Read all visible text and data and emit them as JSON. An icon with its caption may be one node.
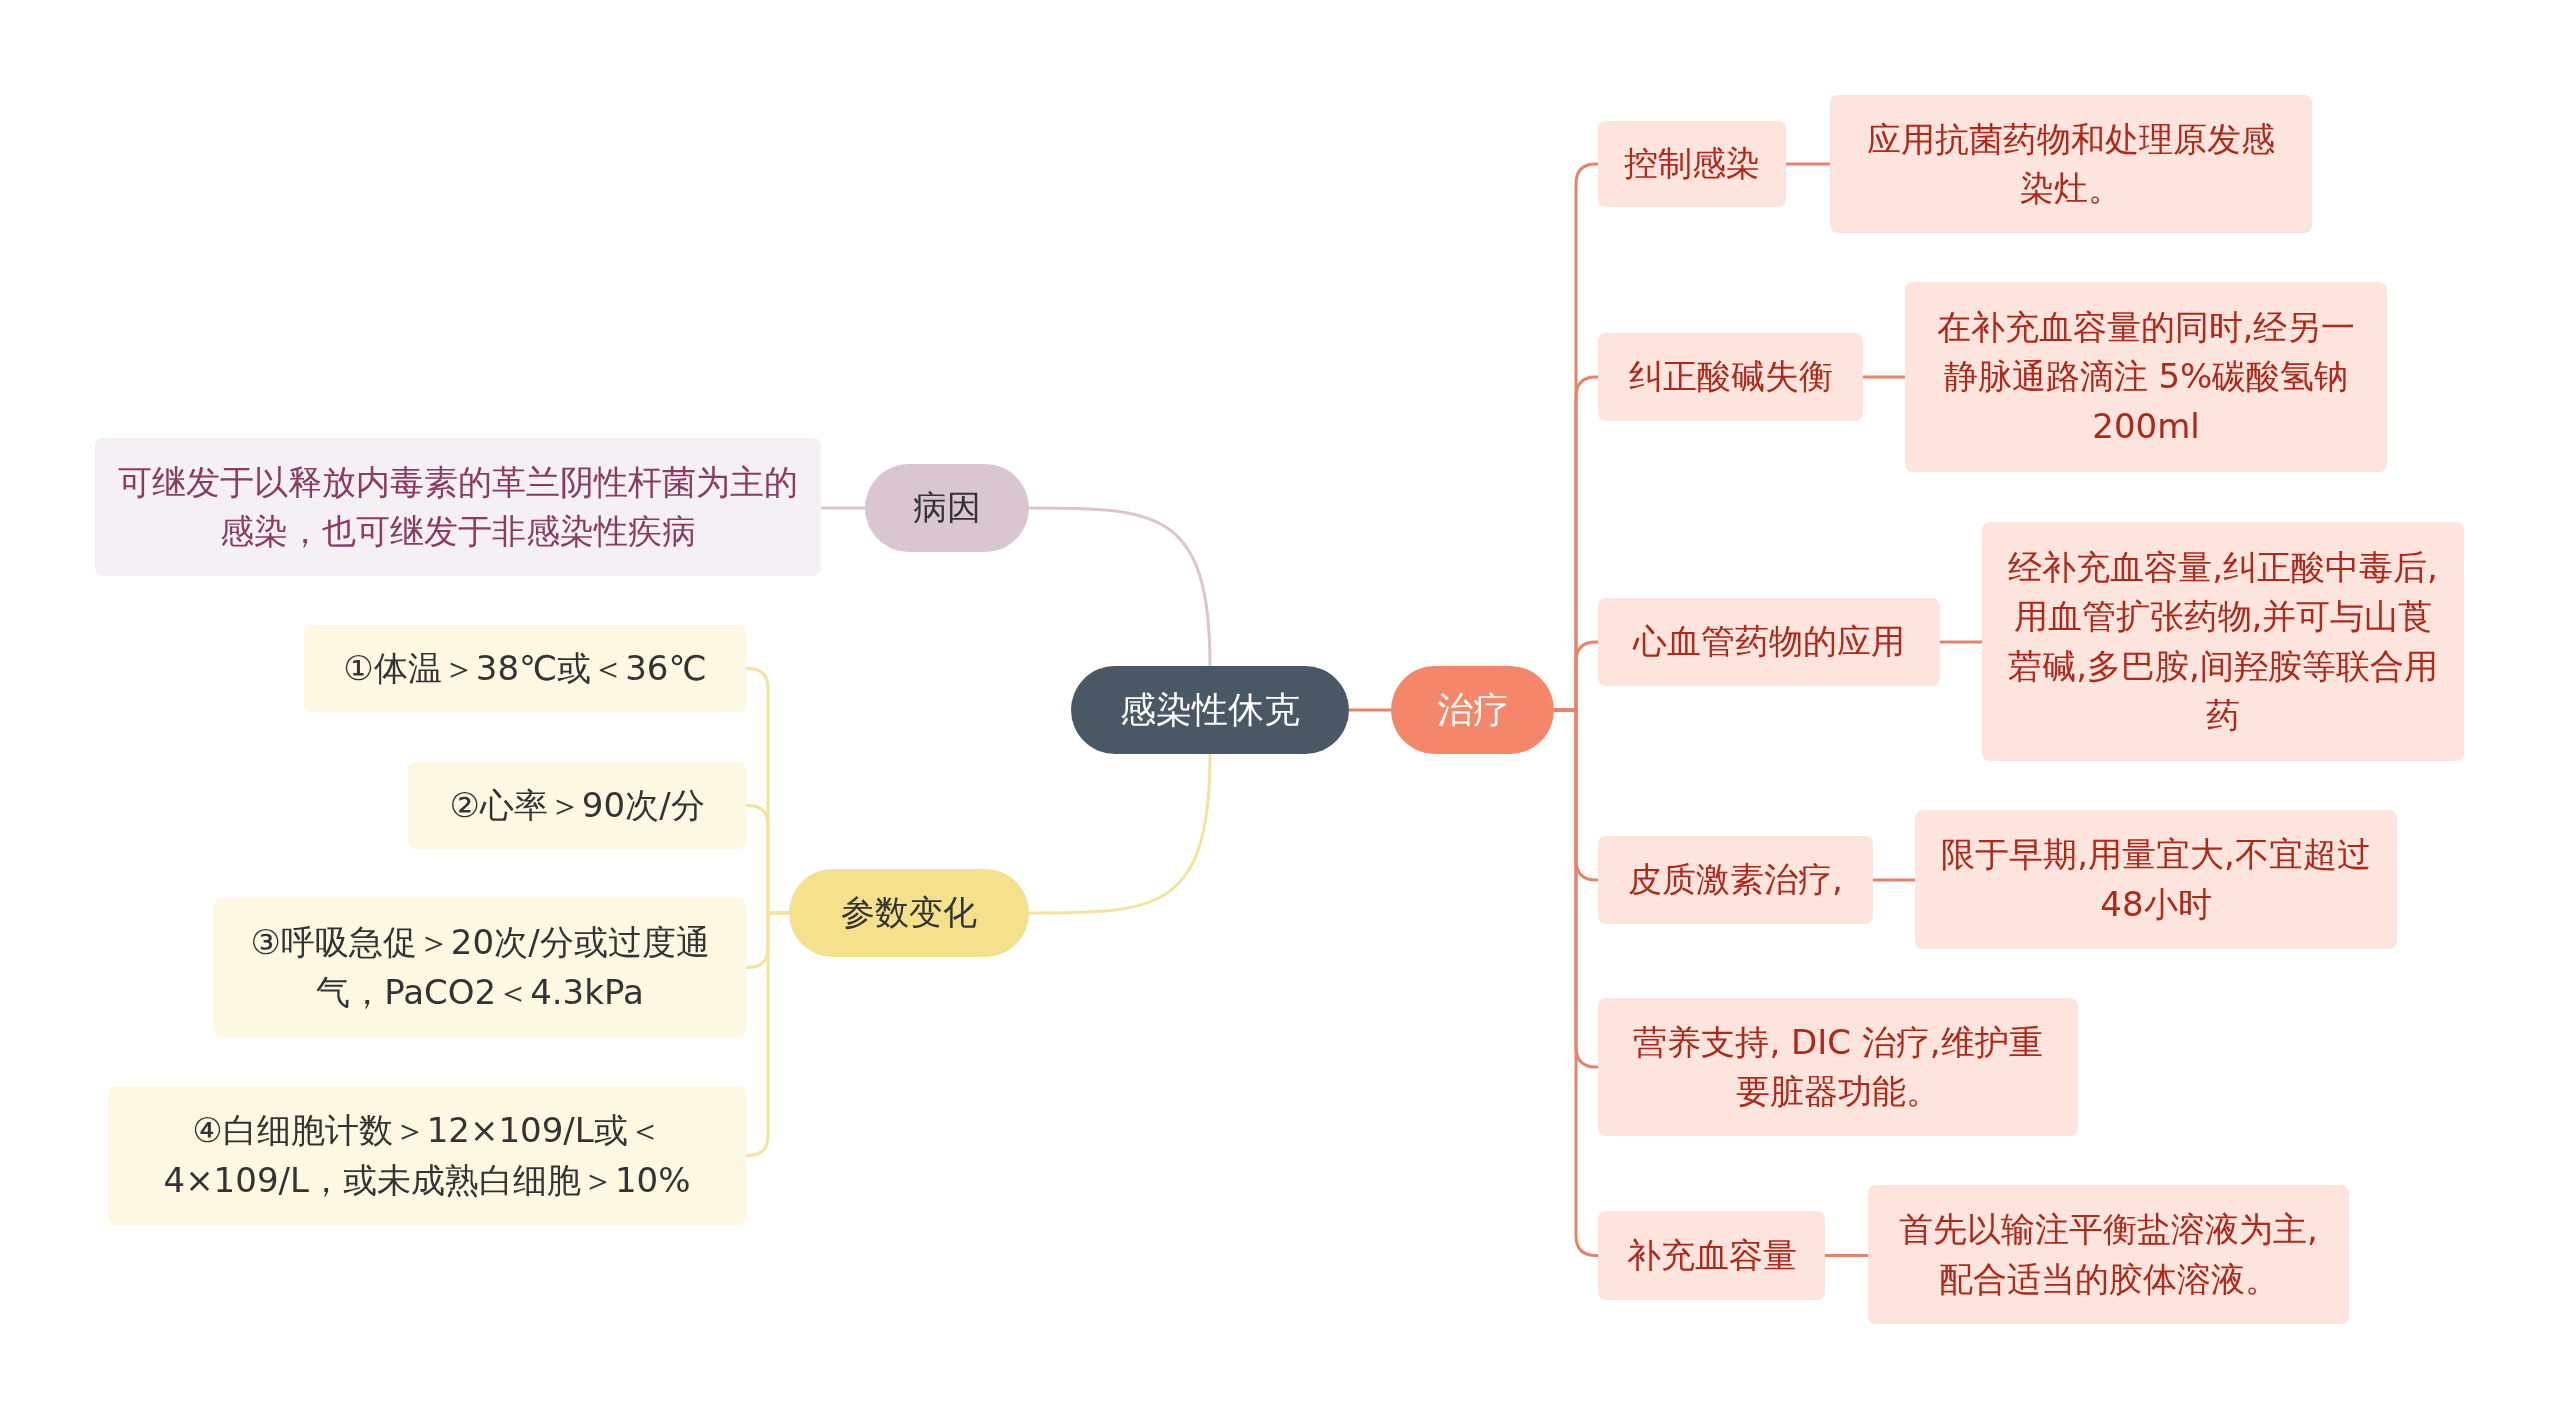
{
  "diagram": {
    "nodes": [
      {
        "text": [
          "感染性休克"
        ]
      },
      {
        "text": [
          "病因"
        ]
      },
      {
        "text": [
          "可继发于以释放内毒素的革兰阴性杆菌为主的感染，也可继发于非感染性疾病"
        ]
      },
      {
        "text": [
          "参数变化"
        ]
      },
      {
        "text": [
          "①体温＞38℃或＜36℃"
        ]
      },
      {
        "text": [
          "②心率＞90次/分"
        ]
      },
      {
        "text": [
          "③呼吸急促＞20次/分或过度通气，PaCO2＜4.3kPa"
        ]
      },
      {
        "text": [
          "④白细胞计数＞12×109/L或＜4×109/L，或未成熟白细胞＞10%"
        ]
      },
      {
        "text": [
          "治疗"
        ]
      },
      {
        "text": [
          "控制感染"
        ]
      },
      {
        "text": [
          "应用抗菌药物和处理原发感染灶。"
        ]
      },
      {
        "text": [
          "纠正酸碱失衡"
        ]
      },
      {
        "text": [
          "在补充血容量的同时,经另一静脉通路滴注 5%碳酸氢钠 200ml"
        ]
      },
      {
        "text": [
          "心血管药物的应用"
        ]
      },
      {
        "text": [
          "经补充血容量,纠正酸中毒后,用血管扩张药物,并可与山莨菪碱,多巴胺,间羟胺等联合用药"
        ]
      },
      {
        "text": [
          "皮质激素治疗,"
        ]
      },
      {
        "text": [
          "限于早期,用量宜大,不宜超过 48小时"
        ]
      },
      {
        "text": [
          "营养支持, DIC 治疗,维护重要脏器功能。"
        ]
      },
      {
        "text": [
          "补充血容量"
        ]
      },
      {
        "text": [
          "首先以输注平衡盐溶液为主,配合适当的胶体溶液。"
        ]
      }
    ],
    "edges": [
      {
        "from": 0,
        "to": 1,
        "arrow": "none",
        "color": "#d9c6d1"
      },
      {
        "from": 1,
        "to": 2,
        "arrow": "none",
        "color": "#d9c6d1"
      },
      {
        "from": 0,
        "to": 3,
        "arrow": "none",
        "color": "#f3e39c"
      },
      {
        "from": 3,
        "to": 4,
        "arrow": "none",
        "color": "#f3e39c"
      },
      {
        "from": 3,
        "to": 5,
        "arrow": "none",
        "color": "#f3e39c"
      },
      {
        "from": 3,
        "to": 6,
        "arrow": "none",
        "color": "#f3e39c"
      },
      {
        "from": 3,
        "to": 7,
        "arrow": "none",
        "color": "#f3e39c"
      },
      {
        "from": 0,
        "to": 8,
        "arrow": "none"
      },
      {
        "from": 8,
        "to": 9,
        "arrow": "none"
      },
      {
        "from": 9,
        "to": 10,
        "arrow": "none"
      },
      {
        "from": 8,
        "to": 11,
        "arrow": "none"
      },
      {
        "from": 11,
        "to": 12,
        "arrow": "none"
      },
      {
        "from": 8,
        "to": 13,
        "arrow": "none"
      },
      {
        "from": 13,
        "to": 14,
        "arrow": "none"
      },
      {
        "from": 8,
        "to": 15,
        "arrow": "none"
      },
      {
        "from": 15,
        "to": 16,
        "arrow": "none"
      },
      {
        "from": 8,
        "to": 17,
        "arrow": "none"
      },
      {
        "from": 8,
        "to": 18,
        "arrow": "none"
      },
      {
        "from": 18,
        "to": 19,
        "arrow": "none"
      }
    ]
  }
}
